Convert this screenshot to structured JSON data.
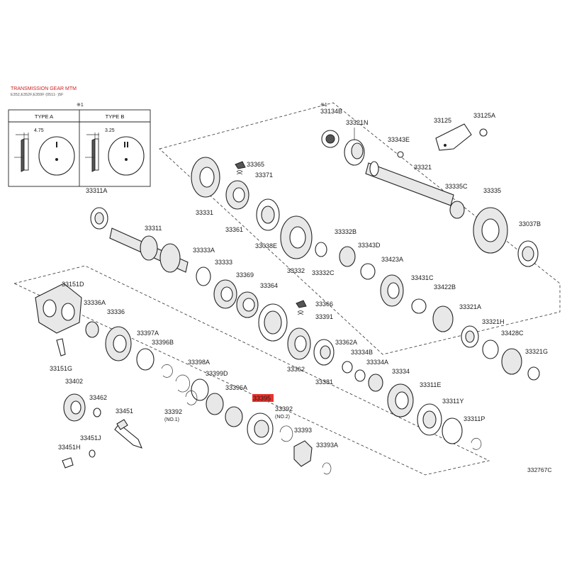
{
  "header": {
    "title": "TRANSMISSION GEAR MTM",
    "subtitle": "E352,E352F,E359F (0511- )5F"
  },
  "note_marker": "※1",
  "type_box": {
    "type_a_label": "TYPE A",
    "type_b_label": "TYPE B",
    "type_a_dim": "4.75",
    "type_b_dim": "3.25"
  },
  "highlighted_part": "33395",
  "diagram_code": "332767C",
  "parts": {
    "p33134B": "33134B",
    "p33321N": "33321N",
    "p33343E": "33343E",
    "p33321": "33321",
    "p33125": "33125",
    "p33125A": "33125A",
    "p33335C": "33335C",
    "p33335": "33335",
    "p33037B": "33037B",
    "p33365": "33365",
    "p33371": "33371",
    "p33331": "33331",
    "p33361": "33361",
    "p33038E": "33038E",
    "p33311A": "33311A",
    "p33311": "33311",
    "p33332": "33332",
    "p33332C": "33332C",
    "p33332B": "33332B",
    "p33343D": "33343D",
    "p33423A": "33423A",
    "p33333A": "33333A",
    "p33333": "33333",
    "p33369": "33369",
    "p33364": "33364",
    "p33366": "33366",
    "p33391": "33391",
    "p33431C": "33431C",
    "p33422B": "33422B",
    "p33321A": "33321A",
    "p33321H": "33321H",
    "p33428C": "33428C",
    "p33321G": "33321G",
    "p33151D": "33151D",
    "p33336A": "33336A",
    "p33336": "33336",
    "p33397A": "33397A",
    "p33396B": "33396B",
    "p33151G": "33151G",
    "p33362": "33362",
    "p33362A": "33362A",
    "p33381": "33381",
    "p33334B": "33334B",
    "p33334A": "33334A",
    "p33334": "33334",
    "p33311E": "33311E",
    "p33311Y": "33311Y",
    "p33311P": "33311P",
    "p33398A": "33398A",
    "p33399D": "33399D",
    "p33396A": "33396A",
    "p33392_1": "33392",
    "p33392_1_note": "(NO.1)",
    "p33392_2": "33392",
    "p33392_2_note": "(NO.2)",
    "p33393": "33393",
    "p33393A": "33393A",
    "p33402": "33402",
    "p33462": "33462",
    "p33451": "33451",
    "p33451J": "33451J",
    "p33451H": "33451H"
  }
}
